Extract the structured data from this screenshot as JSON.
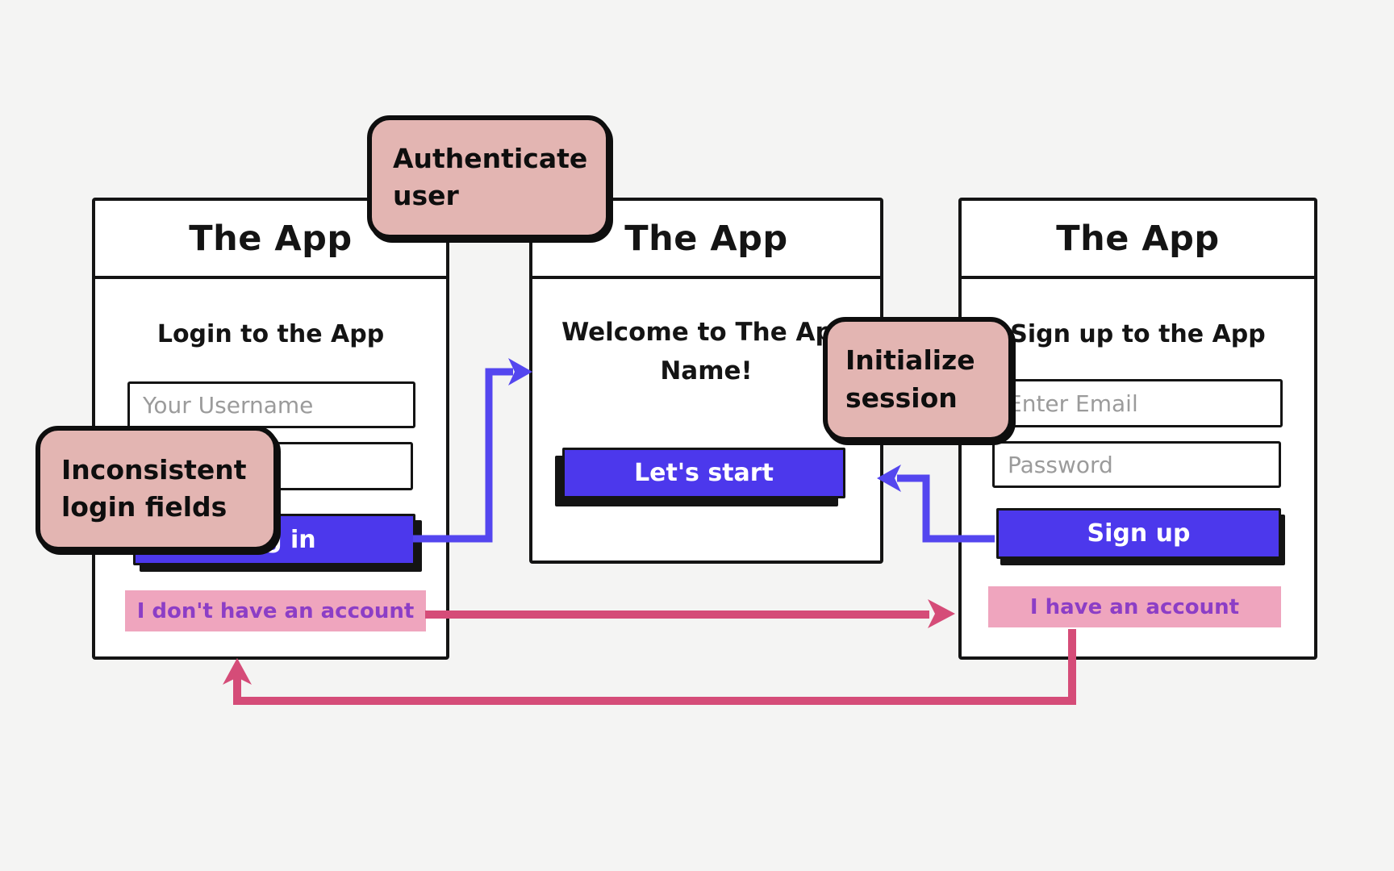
{
  "colors": {
    "bg": "#f4f4f3",
    "ink": "#141414",
    "panel-bg": "#ffffff",
    "button-blue": "#4c38ec",
    "arrow-blue": "#5446ef",
    "arrow-pink": "#d54c78",
    "highlight-pink": "#efa5be",
    "note-pink": "#e3b5b2",
    "link-purple": "#8c3ec6",
    "placeholder-gray": "#9b9b9b"
  },
  "screens": [
    {
      "title": "The App",
      "subtitle": "Login to the App",
      "fields": [
        {
          "placeholder": "Your Username"
        },
        {
          "placeholder": ""
        }
      ],
      "button_label": "Log in",
      "link_label": "I don't have an account"
    },
    {
      "title": "The App",
      "heading": "Welcome to The App Name!",
      "button_label": "Let's start"
    },
    {
      "title": "The App",
      "subtitle": "Sign up to the App",
      "fields": [
        {
          "placeholder": "Enter Email"
        },
        {
          "placeholder": "Password"
        }
      ],
      "button_label": "Sign up",
      "link_label": "I have an account"
    }
  ],
  "notes": [
    {
      "lines": [
        "Authenticate",
        "user"
      ]
    },
    {
      "lines": [
        "Inconsistent",
        "login fields"
      ]
    },
    {
      "lines": [
        "Initialize",
        "session"
      ]
    }
  ],
  "connections": [
    {
      "from": "Log in button (login screen)",
      "to": "Welcome screen",
      "color": "blue"
    },
    {
      "from": "Sign up button (signup screen)",
      "to": "Welcome screen",
      "color": "blue"
    },
    {
      "from": "I don't have an account link",
      "to": "I have an account link",
      "color": "pink"
    },
    {
      "from": "I have an account link",
      "to": "Login screen",
      "color": "pink"
    }
  ]
}
